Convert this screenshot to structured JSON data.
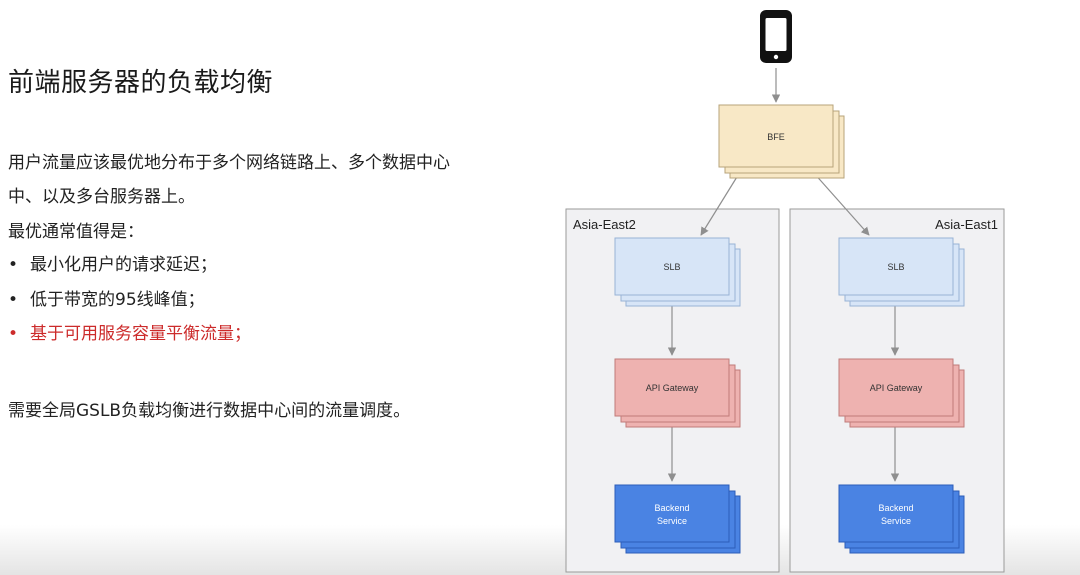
{
  "slide": {
    "title": "前端服务器的负载均衡",
    "paragraph1": "用户流量应该最优地分布于多个网络链路上、多个数据中心中、以及多台服务器上。",
    "paragraph2": "最优通常值得是：",
    "bullets": [
      {
        "text": "最小化用户的请求延迟；",
        "highlight": false
      },
      {
        "text": "低于带宽的95线峰值；",
        "highlight": false
      },
      {
        "text": "基于可用服务容量平衡流量；",
        "highlight": true
      }
    ],
    "bullet_marker": "•",
    "paragraph3": "需要全局GSLB负载均衡进行数据中心间的流量调度。"
  },
  "diagram": {
    "client_icon": "smartphone-icon",
    "bfe_label": "BFE",
    "regions": [
      {
        "name": "Asia-East2",
        "slb": "SLB",
        "gateway": "API Gateway",
        "backend_line1": "Backend",
        "backend_line2": "Service"
      },
      {
        "name": "Asia-East1",
        "slb": "SLB",
        "gateway": "API Gateway",
        "backend_line1": "Backend",
        "backend_line2": "Service"
      }
    ],
    "colors": {
      "bfe_fill": "#f8e8c6",
      "bfe_stroke": "#b7a37a",
      "slb_fill": "#d7e5f7",
      "slb_stroke": "#98b2d6",
      "gw_fill": "#eeb2b0",
      "gw_stroke": "#c07b79",
      "backend_fill": "#4a83e3",
      "backend_stroke": "#2c5db8",
      "region_fill": "#f1f1f3",
      "region_stroke": "#9a9a9a",
      "highlight_text": "#cc2b2b"
    }
  }
}
